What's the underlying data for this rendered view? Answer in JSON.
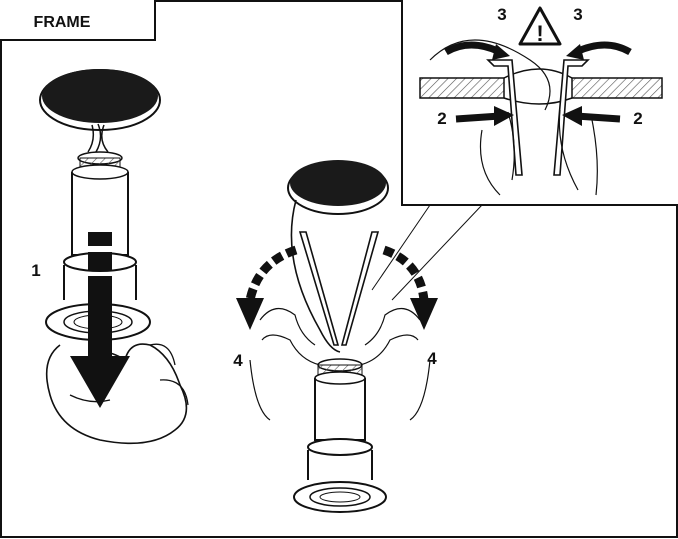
{
  "header": {
    "title": "FRAME"
  },
  "steps": {
    "pull_down": "1",
    "press_left": "2",
    "press_right": "2",
    "fold_left": "3",
    "fold_right": "3",
    "swing_left": "4",
    "swing_right": "4"
  },
  "warning": {
    "icon": "warning-triangle-icon",
    "symbol": "!"
  },
  "colors": {
    "ink": "#111111",
    "cap": "#1a1a1a",
    "paper": "#ffffff",
    "hatch": "#555555"
  }
}
